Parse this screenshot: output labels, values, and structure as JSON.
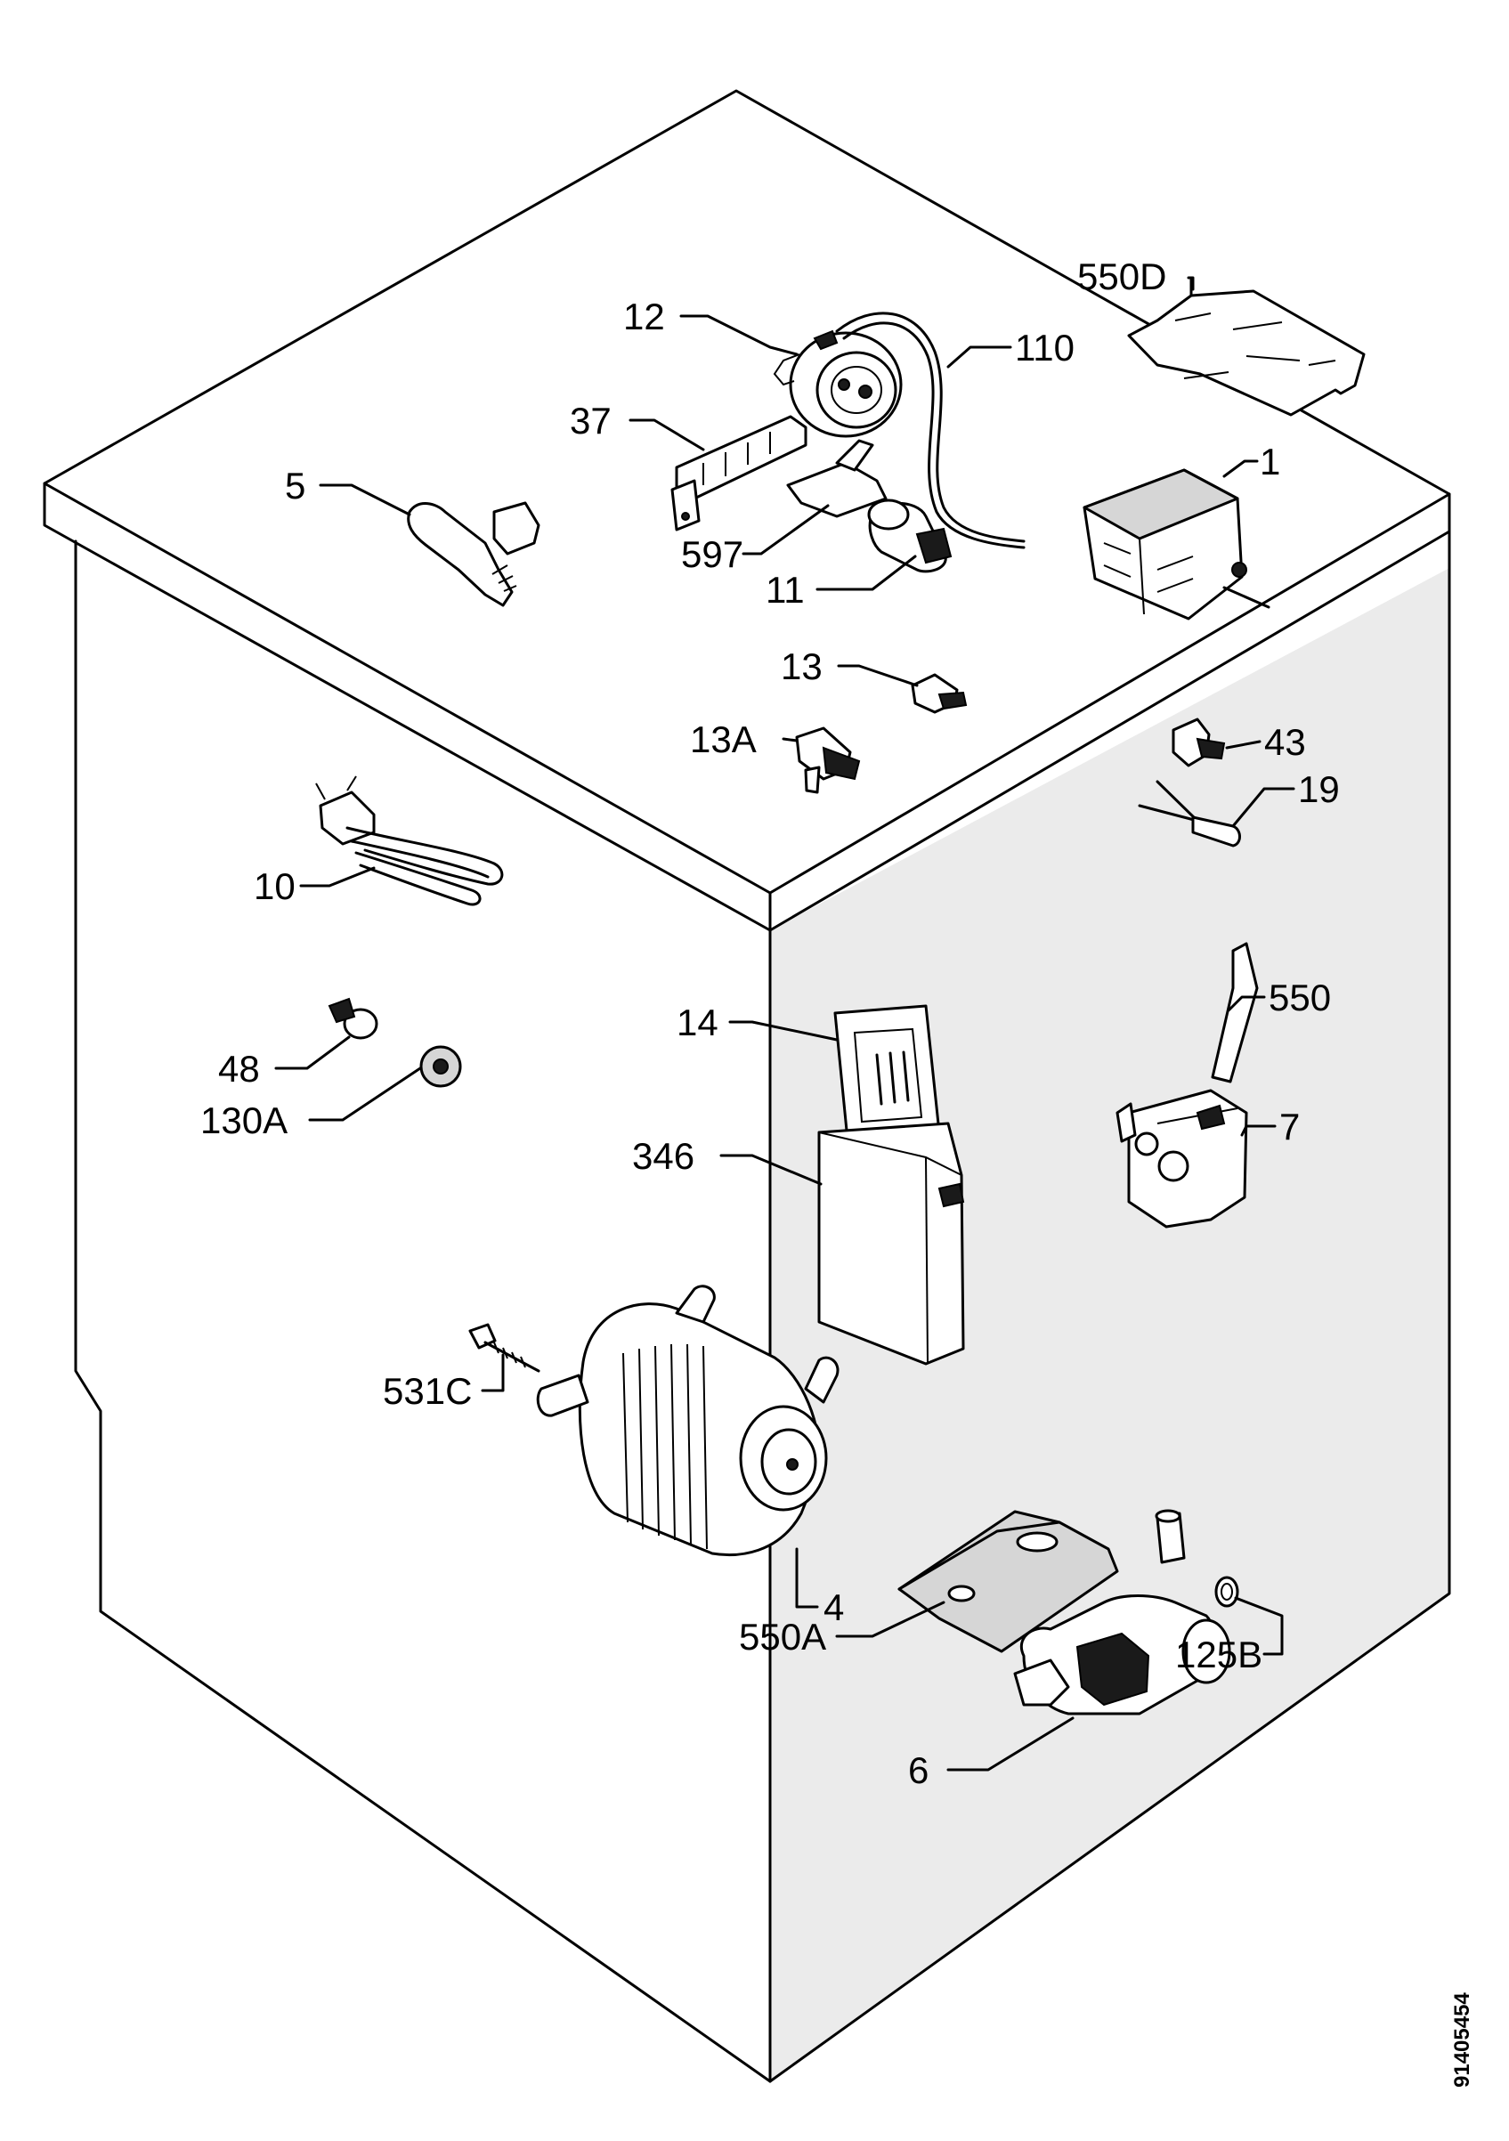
{
  "document": {
    "number": "91405454"
  },
  "callouts": [
    {
      "id": "1",
      "text": "1"
    },
    {
      "id": "4",
      "text": "4"
    },
    {
      "id": "5",
      "text": "5"
    },
    {
      "id": "6",
      "text": "6"
    },
    {
      "id": "7",
      "text": "7"
    },
    {
      "id": "10",
      "text": "10"
    },
    {
      "id": "11",
      "text": "11"
    },
    {
      "id": "12",
      "text": "12"
    },
    {
      "id": "13",
      "text": "13"
    },
    {
      "id": "13A",
      "text": "13A"
    },
    {
      "id": "14",
      "text": "14"
    },
    {
      "id": "19",
      "text": "19"
    },
    {
      "id": "37",
      "text": "37"
    },
    {
      "id": "43",
      "text": "43"
    },
    {
      "id": "48",
      "text": "48"
    },
    {
      "id": "110",
      "text": "110"
    },
    {
      "id": "125B",
      "text": "125B"
    },
    {
      "id": "130A",
      "text": "130A"
    },
    {
      "id": "346",
      "text": "346"
    },
    {
      "id": "531C",
      "text": "531C"
    },
    {
      "id": "550",
      "text": "550"
    },
    {
      "id": "550A",
      "text": "550A"
    },
    {
      "id": "550D",
      "text": "550D"
    },
    {
      "id": "597",
      "text": "597"
    }
  ]
}
